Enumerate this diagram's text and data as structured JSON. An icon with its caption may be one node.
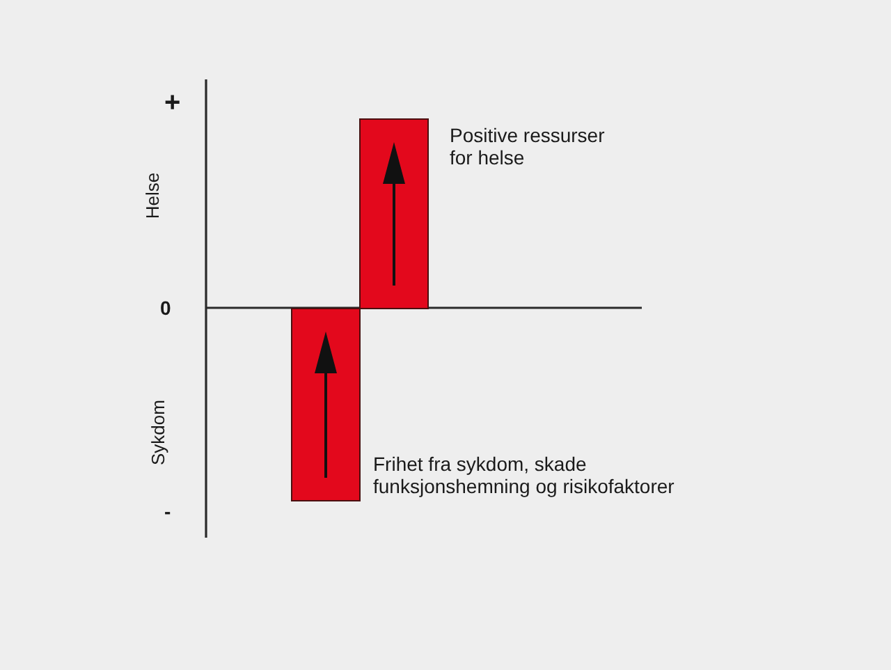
{
  "diagram": {
    "nodes": [
      {
        "text": [],
        "shape": "bar",
        "beside": [
          "Positive ressurser for helse"
        ]
      },
      {
        "text": [],
        "shape": "bar",
        "beside": [
          "Frihet fra sykdom, skade funksjonshemning og risikofaktorer"
        ]
      }
    ],
    "labels": [
      "+",
      "Helse",
      "0",
      "Sykdom",
      "-"
    ]
  }
}
